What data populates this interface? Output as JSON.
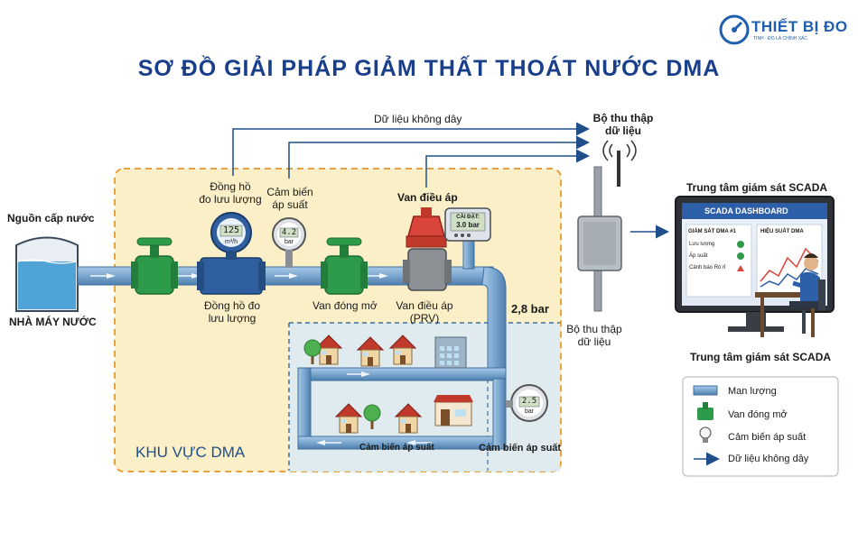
{
  "brand": {
    "name": "THIẾT BỊ ĐO",
    "tagline": "TINH · ĐO LÀ CHÍNH XÁC"
  },
  "title": "SƠ ĐỒ GIẢI PHÁP GIẢM THẤT THOÁT NƯỚC DMA",
  "labels": {
    "wireless": "Dữ liệu không dây",
    "collector_top_1": "Bộ thu thập",
    "collector_top_2": "dữ liệu",
    "collector_bottom_1": "Bộ thu thập",
    "collector_bottom_2": "dữ liệu",
    "source": "Nguồn cấp nước",
    "plant": "NHÀ MÁY NƯỚC",
    "flowmeter_top_1": "Đồng hồ",
    "flowmeter_top_2": "đo lưu lượng",
    "pressure_top_1": "Cảm biến",
    "pressure_top_2": "áp suất",
    "prv_top": "Van điều áp",
    "flowmeter_bottom_1": "Đồng hồ đo",
    "flowmeter_bottom_2": "lưu lượng",
    "valve_bottom": "Van đóng mở",
    "prv_bottom_1": "Van điều áp",
    "prv_bottom_2": "(PRV)",
    "pressure_value": "2,8 bar",
    "dma_zone": "KHU VỰC DMA",
    "pressure_sensor_1": "Cảm biến áp suất",
    "pressure_sensor_2": "Cảm biến áp suất",
    "scada_top": "Trung tâm giám sát SCADA",
    "scada_bottom": "Trung tâm giám sát SCADA"
  },
  "gauges": {
    "flow_reading": "125",
    "flow_unit": "m³/h",
    "pressure_reading": "4.2",
    "pressure_unit": "bar",
    "prv_setting_label": "CÀI ĐẶT:",
    "prv_setting_value": "3.0 bar",
    "dma_pressure_reading": "2.5",
    "dma_pressure_unit": "bar"
  },
  "scada": {
    "header": "SCADA DASHBOARD",
    "panel_left_title": "GIÁM SÁT DMA #1",
    "panel_right_title": "HIỆU SUẤT DMA",
    "rows": [
      {
        "label": "Lưu lượng",
        "status": "ok"
      },
      {
        "label": "Áp suất",
        "status": "ok"
      },
      {
        "label": "Cảnh báo Rò rỉ",
        "status": "warn"
      }
    ]
  },
  "legend": {
    "items": [
      {
        "label": "Man lượng",
        "icon": "pipe-icon"
      },
      {
        "label": "Van đóng mở",
        "icon": "valve-icon"
      },
      {
        "label": "Cảm biến áp suất",
        "icon": "bulb-icon"
      },
      {
        "label": "Dữ liệu không dây",
        "icon": "arrow-icon"
      }
    ]
  },
  "colors": {
    "pipe": "#7aa7cf",
    "pipe_stroke": "#3e6f9e",
    "valve": "#2e9b4a",
    "prv": "#c0392b",
    "dma_fill": "#fbefc8",
    "dma_border": "#e8a23c",
    "title": "#1a3f8a",
    "water": "#4fa3d6"
  }
}
